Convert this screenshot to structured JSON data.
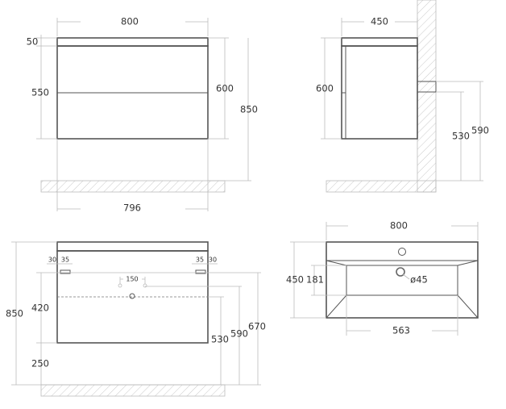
{
  "front_view": {
    "width": "800",
    "top_height": "50",
    "body_height": "550",
    "cabinet_height": "600",
    "total_height": "850",
    "inner_width": "796"
  },
  "side_view": {
    "depth": "450",
    "cabinet_height": "600",
    "drain_height": "530",
    "supply_height": "590"
  },
  "mounting_view": {
    "left_edge": "30",
    "left_offset": "35",
    "right_offset": "35",
    "right_edge": "30",
    "pipe_spacing": "150",
    "total_height": "850",
    "cabinet_drop": "420",
    "floor_gap": "250",
    "drain_height": "530",
    "supply_height": "590",
    "bracket_height": "670"
  },
  "basin_top_view": {
    "width": "800",
    "depth": "450",
    "bowl_depth": "181",
    "drain_diameter": "ø45",
    "bowl_width": "563"
  }
}
